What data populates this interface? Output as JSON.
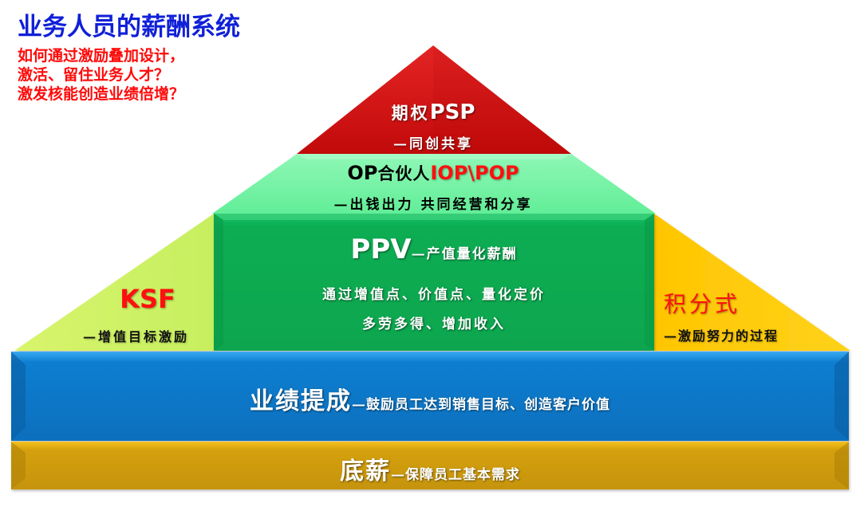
{
  "header": {
    "title": "业务人员的薪酬系统",
    "questions": [
      "如何通过激励叠加设计，",
      "激活、留住业务人才？",
      "激发核能创造业绩倍增？"
    ]
  },
  "pyramid": {
    "psp": {
      "label_cn": "期权",
      "label_en": "PSP",
      "desc": "—同创共享",
      "color": "#d01010"
    },
    "op": {
      "label_prefix": "OP",
      "label_cn": "合伙人",
      "label_highlight": "IOP\\POP",
      "desc": "—出钱出力 共同经营和分享",
      "color": "#6ff0a0"
    },
    "ppv": {
      "label_en": "PPV",
      "label_desc": "—产值量化薪酬",
      "line1": "通过增值点、价值点、量化定价",
      "line2": "多劳多得、增加收入",
      "color": "#08a850"
    },
    "ksf": {
      "label": "KSF",
      "desc": "—增值目标激励",
      "color": "#c8f060"
    },
    "points": {
      "label": "积分式",
      "desc": "—激励努力的过程",
      "color": "#ffc400"
    },
    "commission": {
      "label": "业绩提成",
      "desc": "—鼓励员工达到销售目标、创造客户价值",
      "color": "#0a72c0"
    },
    "base_salary": {
      "label": "底薪",
      "desc": "—保障员工基本需求",
      "color": "#c8980a"
    }
  }
}
